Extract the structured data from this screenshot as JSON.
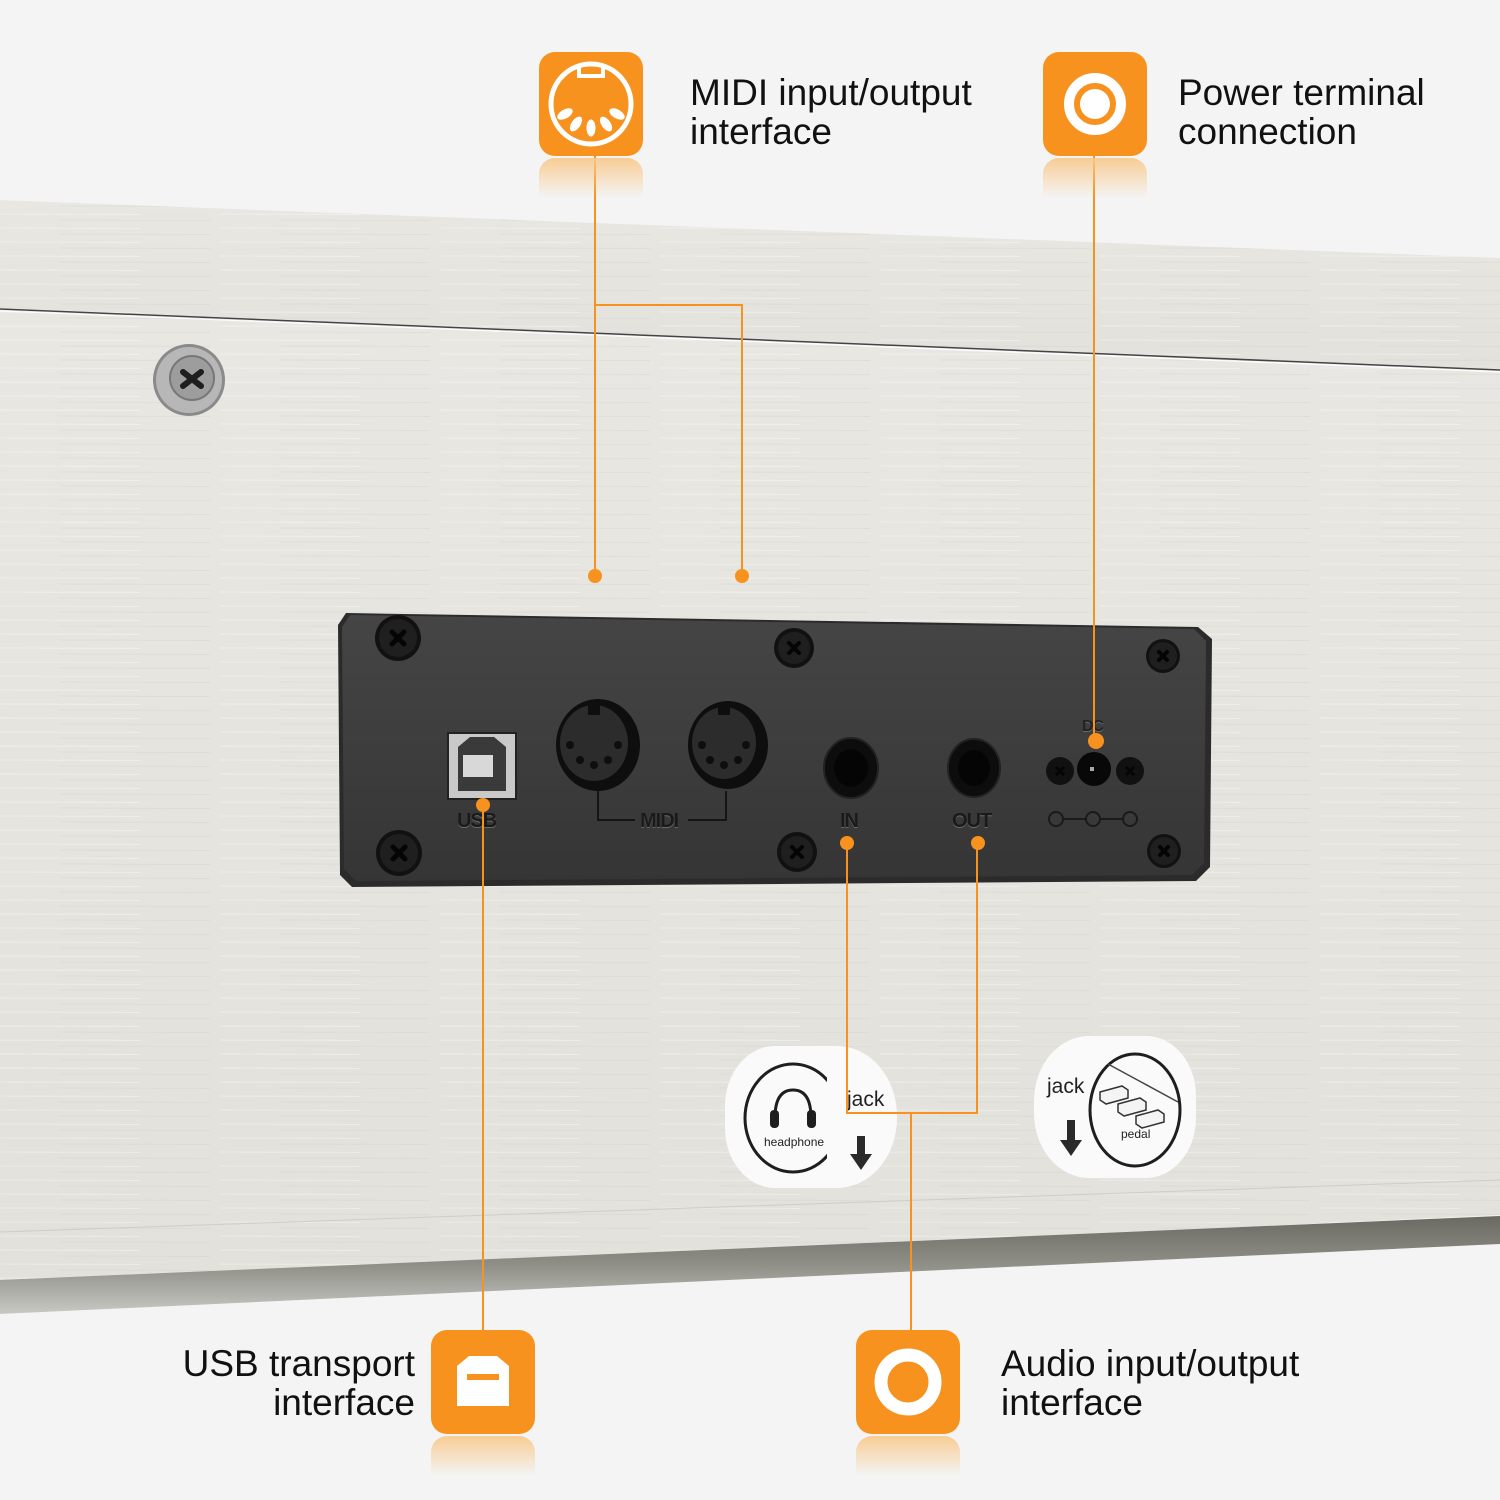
{
  "colors": {
    "accent": "#f7921e",
    "background": "#f4f4f4",
    "wood_panel": "#e7e5df",
    "connector_plate": "#3a3a3a"
  },
  "callouts": [
    {
      "id": "midi",
      "icon": "midi-din-icon",
      "lines": [
        "MIDI input/output",
        "interface"
      ]
    },
    {
      "id": "power",
      "icon": "power-ring-icon",
      "lines": [
        "Power terminal",
        "connection"
      ]
    },
    {
      "id": "usb",
      "icon": "usb-b-icon",
      "lines": [
        "USB transport",
        "interface"
      ]
    },
    {
      "id": "audio",
      "icon": "audio-ring-icon",
      "lines": [
        "Audio input/output",
        "interface"
      ]
    }
  ],
  "panel": {
    "labels": {
      "usb": "USB",
      "midi": "MIDI",
      "in": "IN",
      "out": "OUT",
      "dc": "DC"
    }
  },
  "stickers": {
    "headphone": {
      "label": "headphone",
      "jack": "jack"
    },
    "pedal": {
      "label": "pedal",
      "jack": "jack"
    }
  }
}
